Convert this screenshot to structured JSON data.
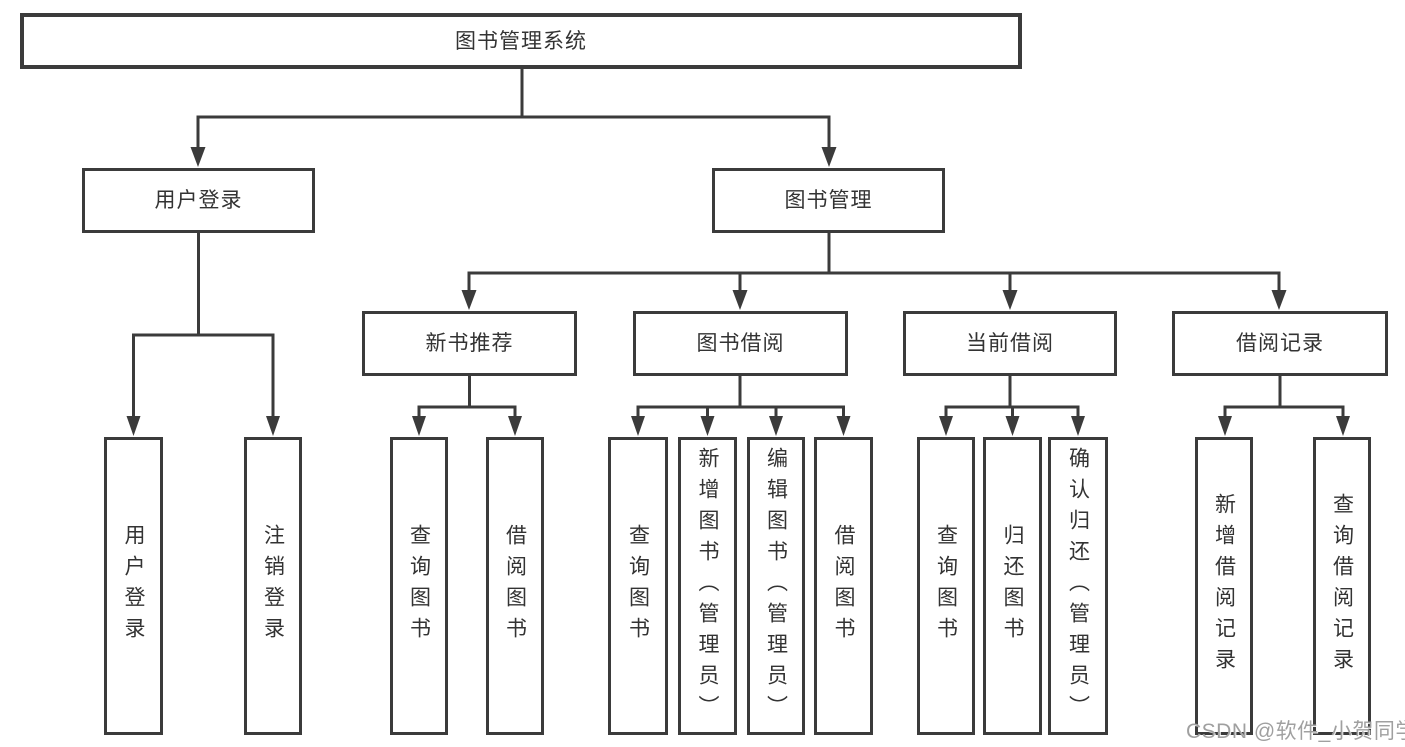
{
  "tree": {
    "label": "图书管理系统",
    "children": [
      {
        "label": "用户登录",
        "children": [
          {
            "label": "用户登录"
          },
          {
            "label": "注销登录"
          }
        ]
      },
      {
        "label": "图书管理",
        "children": [
          {
            "label": "新书推荐",
            "children": [
              {
                "label": "查询图书"
              },
              {
                "label": "借阅图书"
              }
            ]
          },
          {
            "label": "图书借阅",
            "children": [
              {
                "label": "查询图书"
              },
              {
                "label": "新增图书（管理员）"
              },
              {
                "label": "编辑图书（管理员）"
              },
              {
                "label": "借阅图书"
              }
            ]
          },
          {
            "label": "当前借阅",
            "children": [
              {
                "label": "查询图书"
              },
              {
                "label": "归还图书"
              },
              {
                "label": "确认归还（管理员）"
              }
            ]
          },
          {
            "label": "借阅记录",
            "children": [
              {
                "label": "新增借阅记录"
              },
              {
                "label": "查询借阅记录"
              }
            ]
          }
        ]
      }
    ]
  },
  "watermark": {
    "text": "CSDN @软件_小贺同学"
  },
  "colors": {
    "line": "#3b3b3b",
    "text": "#333333",
    "background": "#ffffff",
    "watermark": "#a0a0a0"
  }
}
